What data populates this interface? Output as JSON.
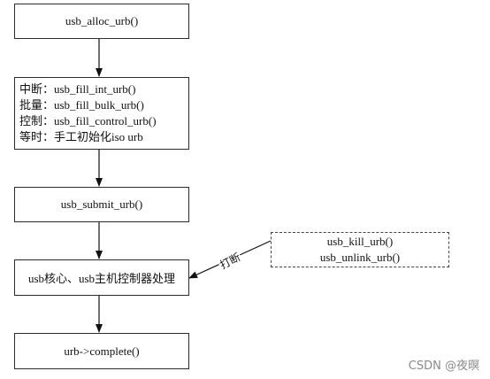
{
  "nodes": {
    "alloc": "usb_alloc_urb()",
    "fill": [
      "中断：usb_fill_int_urb()",
      "批量：usb_fill_bulk_urb()",
      "控制：usb_fill_control_urb()",
      "等时：手工初始化iso urb"
    ],
    "submit": "usb_submit_urb()",
    "core": "usb核心、usb主机控制器处理",
    "complete": "urb->complete()",
    "cancel": [
      "usb_kill_urb()",
      "usb_unlink_urb()"
    ]
  },
  "edge_label": "打断",
  "watermark": "CSDN @夜暝"
}
